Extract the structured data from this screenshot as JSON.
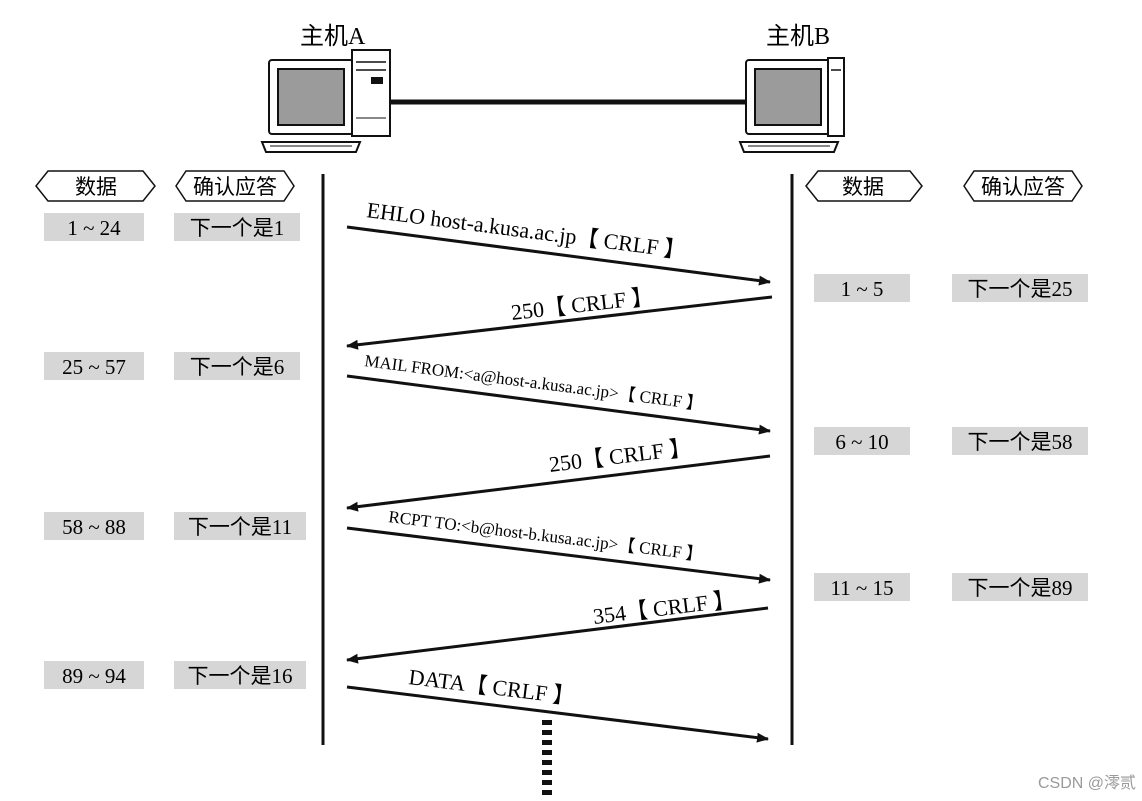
{
  "hosts": {
    "a": "主机A",
    "b": "主机B"
  },
  "columns": {
    "left_data": "数据",
    "left_ack": "确认应答",
    "right_data": "数据",
    "right_ack": "确认应答"
  },
  "left_rows": [
    {
      "data": "1 ~ 24",
      "ack": "下一个是1"
    },
    {
      "data": "25 ~ 57",
      "ack": "下一个是6"
    },
    {
      "data": "58 ~ 88",
      "ack": "下一个是11"
    },
    {
      "data": "89 ~ 94",
      "ack": "下一个是16"
    }
  ],
  "right_rows": [
    {
      "data": "1 ~ 5",
      "ack": "下一个是25"
    },
    {
      "data": "6 ~ 10",
      "ack": "下一个是58"
    },
    {
      "data": "11 ~ 15",
      "ack": "下一个是89"
    }
  ],
  "messages": [
    {
      "text": "EHLO host-a.kusa.ac.jp【 CRLF 】",
      "direction": "a_to_b"
    },
    {
      "text": "250【 CRLF 】",
      "direction": "b_to_a"
    },
    {
      "text": "MAIL FROM:<a@host-a.kusa.ac.jp>【 CRLF 】",
      "direction": "a_to_b"
    },
    {
      "text": "250【 CRLF 】",
      "direction": "b_to_a"
    },
    {
      "text": "RCPT TO:<b@host-b.kusa.ac.jp>【 CRLF 】",
      "direction": "a_to_b"
    },
    {
      "text": "354【 CRLF 】",
      "direction": "b_to_a"
    },
    {
      "text": "DATA【 CRLF 】",
      "direction": "a_to_b"
    }
  ],
  "watermark": "CSDN @澪贰",
  "colors": {
    "line": "#111111",
    "cell_bg": "#d6d6d6",
    "screen": "#9b9b9b"
  }
}
